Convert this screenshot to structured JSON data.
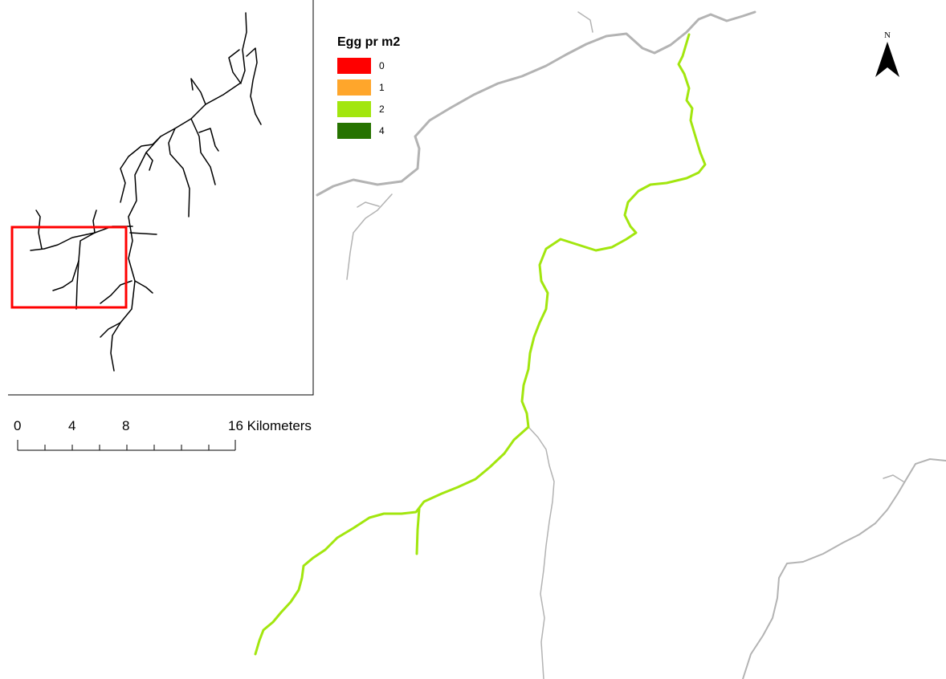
{
  "legend": {
    "title": "Egg pr m2",
    "items": [
      {
        "label": "0",
        "color": "#ff0000"
      },
      {
        "label": "1",
        "color": "#ffa62b"
      },
      {
        "label": "2",
        "color": "#a2e60e"
      },
      {
        "label": "4",
        "color": "#267300"
      }
    ]
  },
  "north_arrow": {
    "letter": "N"
  },
  "scale_bar": {
    "ticks": [
      "0",
      "4",
      "8",
      "16 Kilometers"
    ]
  },
  "colors": {
    "river_highlight": "#a2e60e",
    "river_background": "#b3b3b3",
    "inset_network": "#000000",
    "inset_extent_box": "#ff0000"
  }
}
